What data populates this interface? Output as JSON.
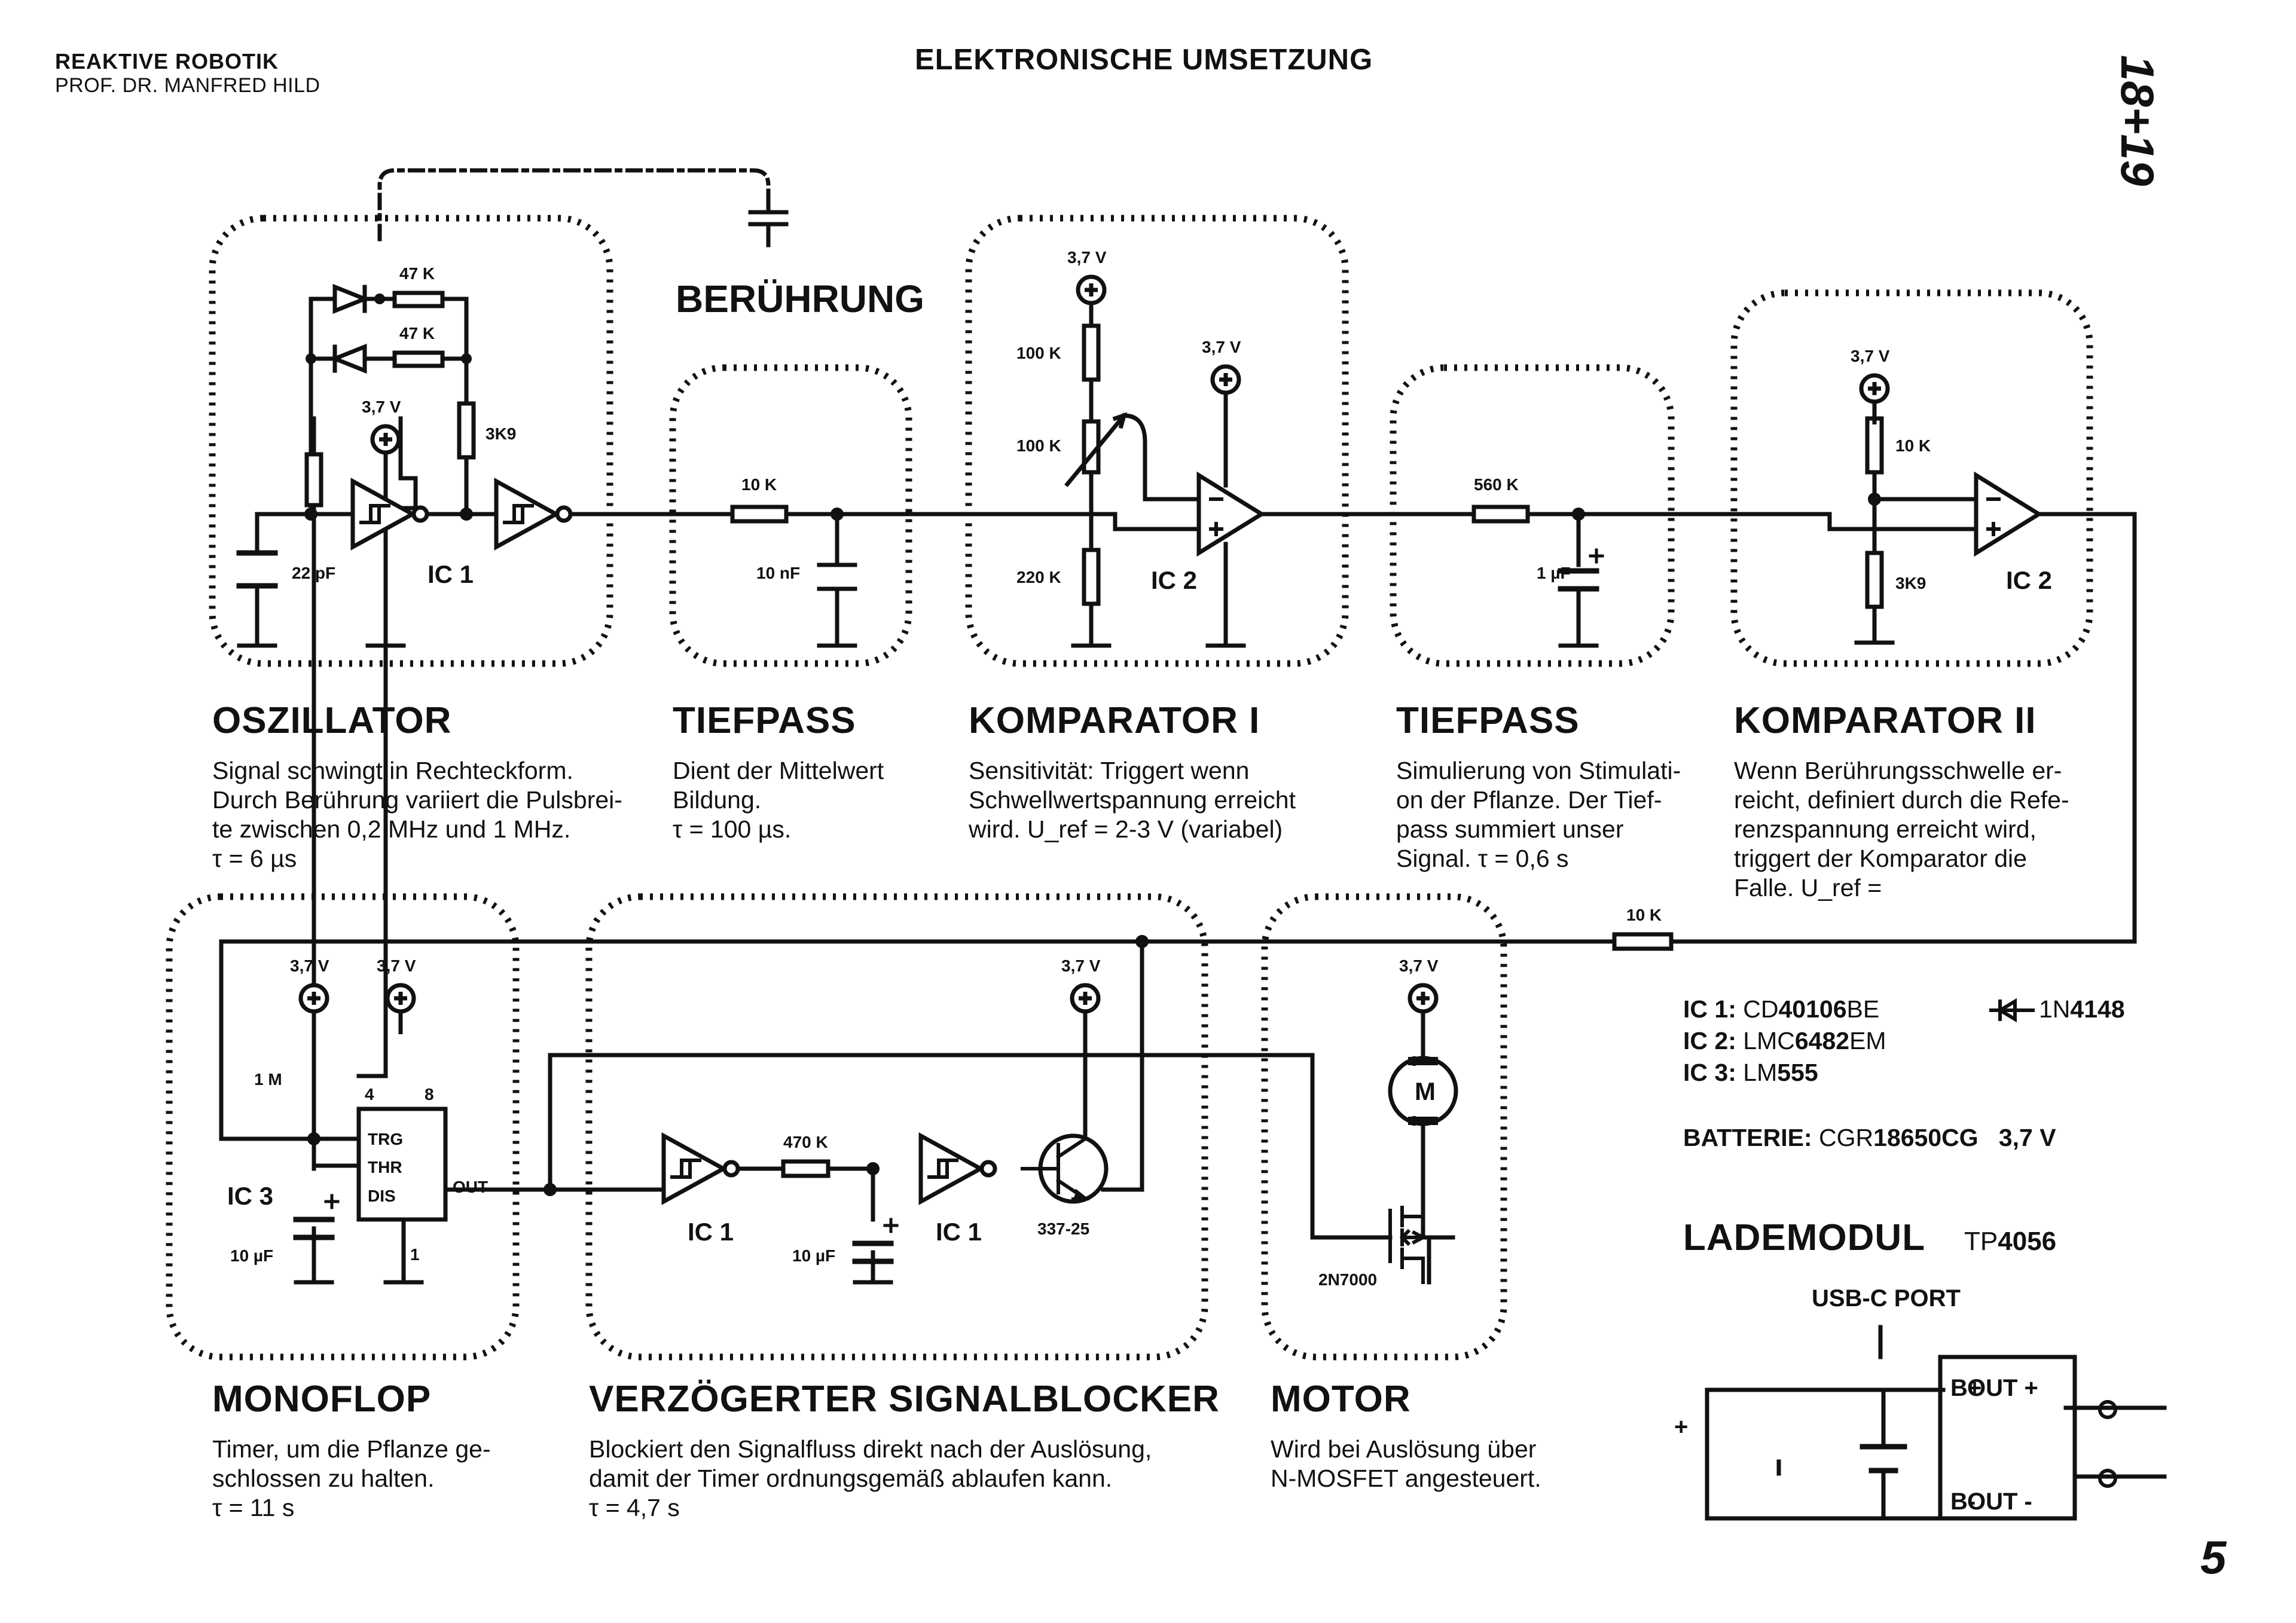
{
  "header": {
    "course": "REAKTIVE ROBOTIK",
    "author": "PROF. DR. MANFRED HILD",
    "title": "ELEKTRONISCHE UMSETZUNG",
    "page_range": "18+19",
    "page_number": "5"
  },
  "sections": {
    "oszillator": {
      "title": "OSZILLATOR",
      "desc": "Signal schwingt in Rechteckform.\nDurch Berührung variiert die Pulsbrei-\nte zwischen 0,2 MHz und 1 MHz.\nτ = 6 µs"
    },
    "beruehrung": {
      "title": "BERÜHRUNG"
    },
    "tiefpass1": {
      "title": "TIEFPASS",
      "desc": "Dient der Mittelwert\nBildung.\nτ = 100 µs."
    },
    "komparator1": {
      "title": "KOMPARATOR I",
      "desc": "Sensitivität: Triggert wenn\nSchwellwertspannung erreicht\nwird.   U_ref = 2-3 V (variabel)"
    },
    "tiefpass2": {
      "title": "TIEFPASS",
      "desc": "Simulierung von Stimulati-\non der Pflanze. Der Tief-\npass summiert unser\nSignal.   τ = 0,6 s"
    },
    "komparator2": {
      "title": "KOMPARATOR II",
      "desc": "Wenn Berührungsschwelle er-\nreicht, definiert durch die Refe-\nrenzspannung erreicht wird,\ntriggert der Komparator die\nFalle.   U_ref ="
    },
    "monoflop": {
      "title": "MONOFLOP",
      "desc": "Timer, um die Pflanze ge-\nschlossen zu halten.\nτ = 11 s"
    },
    "signalblocker": {
      "title": "VERZÖGERTER SIGNALBLOCKER",
      "desc": "Blockiert den Signalfluss direkt nach der Auslösung,\ndamit der Timer ordnungsgemäß ablaufen kann.\nτ = 4,7 s"
    },
    "motor": {
      "title": "MOTOR",
      "desc": "Wird bei Auslösung über\nN-MOSFET angesteuert."
    }
  },
  "labels": {
    "v37": "3,7 V",
    "r47k": "47 K",
    "r3k9": "3K9",
    "c22p": "22 pF",
    "ic1": "IC 1",
    "ic2": "IC 2",
    "ic3": "IC 3",
    "r10k": "10 K",
    "c10n": "10 nF",
    "r100k": "100 K",
    "r220k": "220 K",
    "r560k": "560 K",
    "c1u": "1 µF",
    "r1m": "1 M",
    "c10u": "10 µF",
    "r470k": "470 K",
    "q1": "337-25",
    "q2": "2N7000",
    "motor_m": "M",
    "trg": "TRG",
    "thr": "THR",
    "dis": "DIS",
    "out": "OUT",
    "pin4": "4",
    "pin8": "8",
    "pin1": "1"
  },
  "legend": {
    "ic1_label": "IC 1:",
    "ic1_prefix": "CD",
    "ic1_num": "40106",
    "ic1_suffix": "BE",
    "ic2_label": "IC 2:",
    "ic2_prefix": "LMC",
    "ic2_num": "6482",
    "ic2_suffix": "EM",
    "ic3_label": "IC 3:",
    "ic3_prefix": "LM",
    "ic3_num": "555",
    "diode_prefix": "1N",
    "diode_num": "4148",
    "battery_label": "BATTERIE:",
    "battery_prefix": "CGR",
    "battery_num": "18650CG",
    "battery_voltage": "3,7 V"
  },
  "lademodul": {
    "title": "LADEMODUL",
    "chip_prefix": "TP",
    "chip_num": "4056",
    "usb": "USB-C PORT",
    "bplus": "B+",
    "bminus": "B-",
    "outplus": "OUT +",
    "outminus": "OUT -",
    "plus": "+"
  },
  "colors": {
    "ink": "#111111",
    "paper": "#ffffff"
  }
}
